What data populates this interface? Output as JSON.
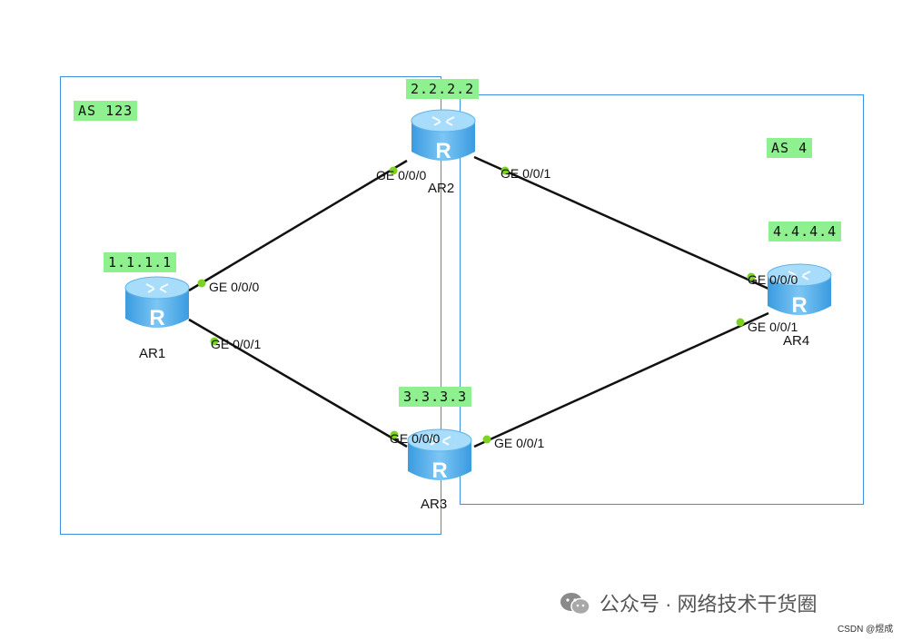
{
  "areas": [
    {
      "id": "as123",
      "label": "AS 123"
    },
    {
      "id": "as4",
      "label": "AS 4"
    }
  ],
  "routers": [
    {
      "id": "AR1",
      "name": "AR1",
      "loopback": "1.1.1.1",
      "glyph": "R"
    },
    {
      "id": "AR2",
      "name": "AR2",
      "loopback": "2.2.2.2",
      "glyph": "R"
    },
    {
      "id": "AR3",
      "name": "AR3",
      "loopback": "3.3.3.3",
      "glyph": "R"
    },
    {
      "id": "AR4",
      "name": "AR4",
      "loopback": "4.4.4.4",
      "glyph": "R"
    }
  ],
  "interfaces": {
    "ar1_g0": "GE 0/0/0",
    "ar1_g1": "GE 0/0/1",
    "ar2_g0": "GE 0/0/0",
    "ar2_g1": "GE 0/0/1",
    "ar3_g0": "GE 0/0/0",
    "ar3_g1": "GE 0/0/1",
    "ar4_g0": "GE 0/0/0",
    "ar4_g1": "GE 0/0/1"
  },
  "links": [
    {
      "from": "AR1",
      "to": "AR2"
    },
    {
      "from": "AR1",
      "to": "AR3"
    },
    {
      "from": "AR2",
      "to": "AR4"
    },
    {
      "from": "AR3",
      "to": "AR4"
    }
  ],
  "watermark": {
    "text": "公众号 · 网络技术干货圈",
    "credit": "CSDN @煜成"
  },
  "colors": {
    "box": "#3d8fe0",
    "tag": "#8ef08e",
    "port": "#7ed321",
    "router": "#4aa8e8",
    "link": "#111111"
  }
}
